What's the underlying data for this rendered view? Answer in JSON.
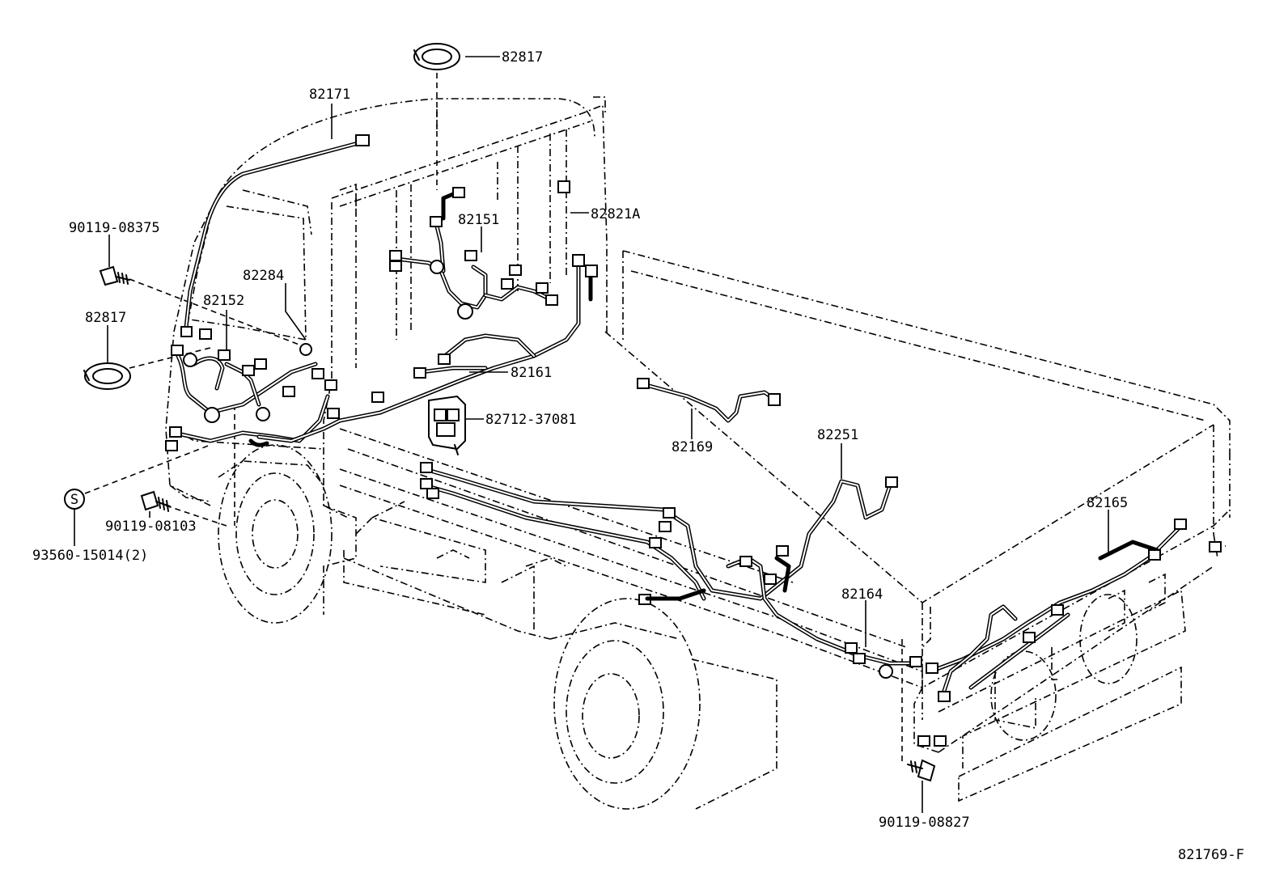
{
  "diagram": {
    "labels": {
      "p82817_top": "82817",
      "p82171": "82171",
      "p82821a": "82821A",
      "p82151": "82151",
      "p90119_08375": "90119-08375",
      "p82284": "82284",
      "p82152": "82152",
      "p82817_left": "82817",
      "p82161": "82161",
      "p82712_37081": "82712-37081",
      "p82169": "82169",
      "p82251": "82251",
      "p82165": "82165",
      "p82164": "82164",
      "p90119_08103": "90119-08103",
      "p93560_15014": "93560-15014(2)",
      "p90119_08827": "90119-08827",
      "s_symbol": "S"
    },
    "figure_ref": "821769-F"
  }
}
